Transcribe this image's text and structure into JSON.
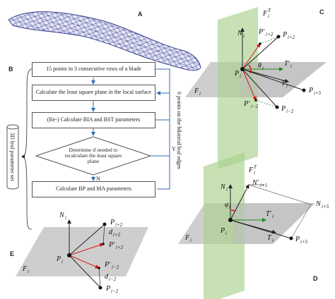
{
  "panels": {
    "a": "A",
    "b": "B",
    "c": "C",
    "d": "D",
    "e": "E"
  },
  "flowchart": {
    "step1": "15 points in 3 consecutive rows of a blade",
    "step2": "Calculate the least square plane in the local surface",
    "step3": "(Re-) Calculate BIA and BST parameters",
    "decision": "Determine if needed to recalculate the least square plane",
    "step4": "Calculate BP and MA parameters",
    "yes": "Y",
    "no": "N",
    "left_side": "3D leaf parameter set",
    "right_side": "6 points on the bilateral leaf edges"
  },
  "labels": {
    "Ni": "N",
    "Ni_sub": "i",
    "Fi": "F",
    "Fi_sub": "i",
    "FiT": "F",
    "FiT_sub": "i",
    "FiT_sup": "T",
    "Pi": "P",
    "Pi_sub": "i",
    "Pi2": "P",
    "Pi2_sub": "i+2",
    "Pi5": "P",
    "Pi5_sub": "i+5",
    "Pim2": "P",
    "Pim2_sub": "i−2",
    "Ppi2": "P′",
    "Ppi2_sub": "i+2",
    "Ppim2": "P′",
    "Ppim2_sub": "i−2",
    "Ti": "T",
    "Ti_sub": "i",
    "Tpi": "T′",
    "Tpi_sub": "i",
    "theta": "θ",
    "theta_sub": "i",
    "phi": "φ",
    "phi_sub": "i",
    "Npi1": "N′",
    "Npi1_sub": "i+1",
    "Ni5": "N",
    "Ni5_sub": "i+5",
    "di2": "d",
    "di2_sub": "i+2",
    "dim2": "d",
    "dim2_sub": "i−2"
  }
}
